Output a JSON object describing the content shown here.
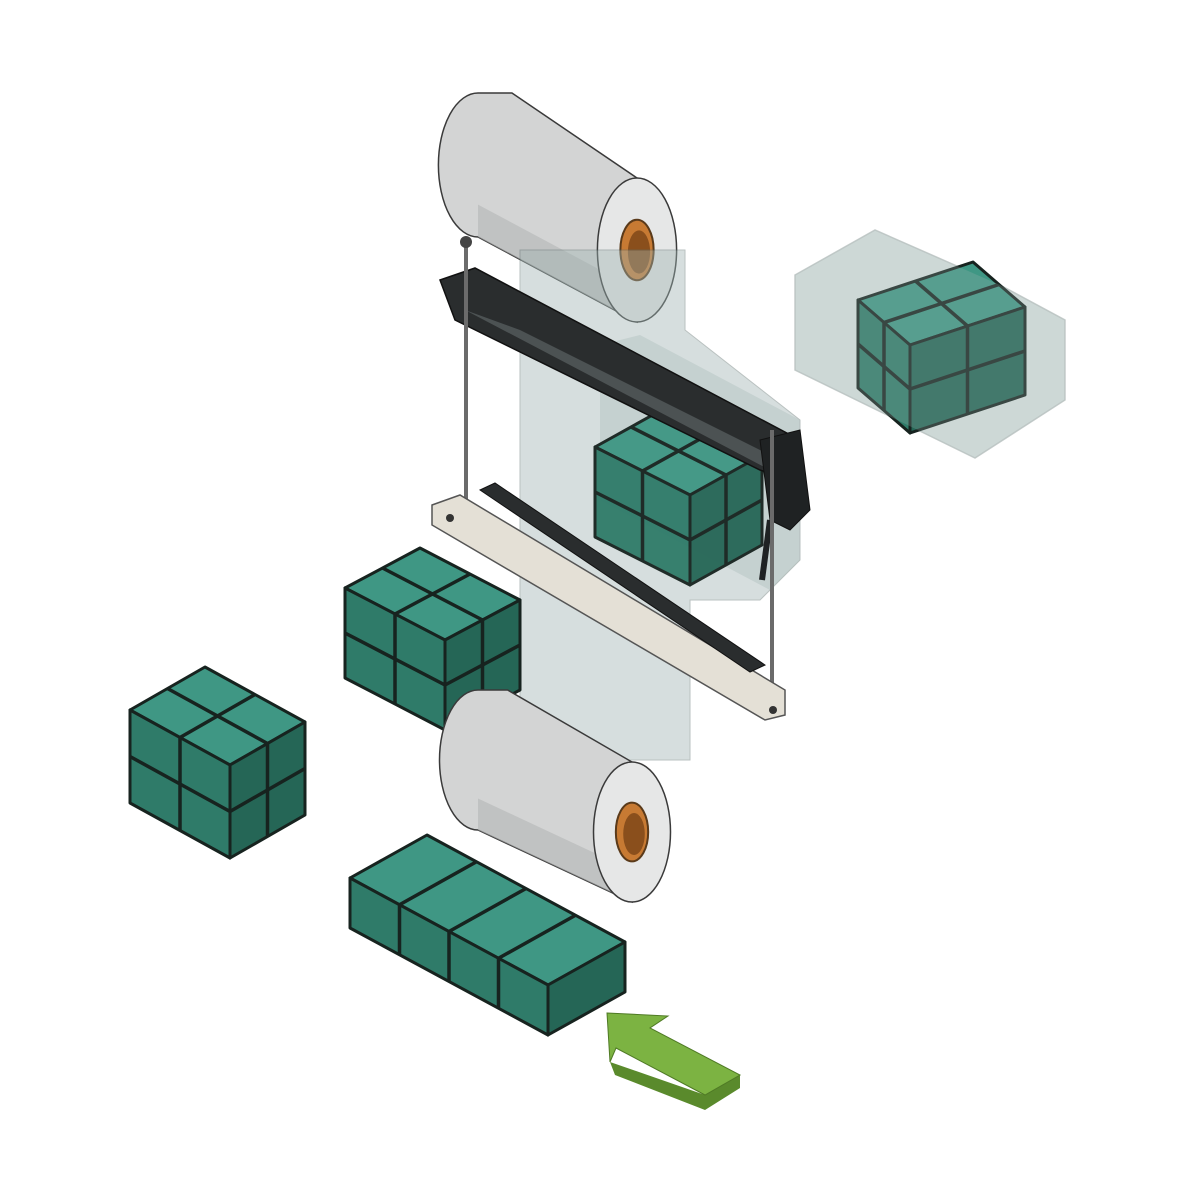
{
  "diagram": {
    "components": [
      "film-roll-top",
      "film-roll-bottom",
      "film-web",
      "sealing-jaw-upper",
      "sealing-jaw-lower",
      "product-group-2x2x2-left",
      "product-group-2x2x2-middle",
      "product-group-in-machine",
      "product-row-infeed",
      "wrapped-pack-output",
      "infeed-direction-arrow"
    ],
    "colors": {
      "product_top": "#3f9784",
      "product_left": "#2f7b69",
      "product_right": "#256656",
      "product_outline": "#17231f",
      "roll_body": "#d3d4d4",
      "roll_shadow": "#b4b6b6",
      "roll_core": "#c77a33",
      "film": "#9fb3b1",
      "jaw_dark": "#2a2d2e",
      "beam_light": "#e4e0d6",
      "arrow": "#7cb342",
      "arrow_side": "#5a8a2c"
    }
  }
}
